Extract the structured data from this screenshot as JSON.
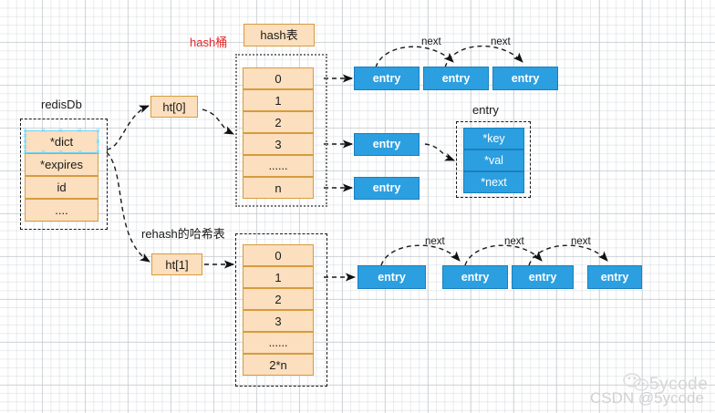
{
  "diagram": {
    "title_labels": {
      "redisdb": "redisDb",
      "hash_table": "hash表",
      "hash_bucket": "hash桶",
      "rehash_table": "rehash的哈希表",
      "entry_detail": "entry"
    },
    "redisdb_fields": [
      "*dict",
      "*expires",
      "id",
      "...."
    ],
    "ht_pointers": {
      "ht0": "ht[0]",
      "ht1": "ht[1]"
    },
    "hash_table_slots": [
      "0",
      "1",
      "2",
      "3",
      "......",
      "n"
    ],
    "rehash_table_slots": [
      "0",
      "1",
      "2",
      "3",
      "......",
      "2*n"
    ],
    "entry_label": "entry",
    "next_label": "next",
    "entry_struct_fields": [
      "*key",
      "*val",
      "*next"
    ],
    "chains": {
      "bucket0": [
        "entry",
        "entry",
        "entry"
      ],
      "bucket3": [
        "entry"
      ],
      "bucketn": [
        "entry"
      ],
      "rehash_bucket1": [
        "entry",
        "entry",
        "entry",
        "entry"
      ]
    },
    "colors": {
      "struct_fill": "#fbdfbe",
      "struct_border": "#d79b3e",
      "entry_fill": "#2b9fe0",
      "entry_border": "#1a7fc0",
      "accent_red": "#e8252a",
      "selection": "#6fd3f7"
    }
  },
  "watermark": {
    "brand": "5ycode",
    "credit": "CSDN @5ycode"
  }
}
